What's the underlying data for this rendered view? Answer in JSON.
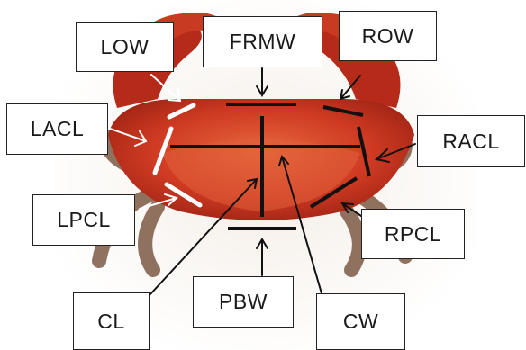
{
  "labels": {
    "low": "LOW",
    "frmw": "FRMW",
    "row": "ROW",
    "lacl": "LACL",
    "racl": "RACL",
    "lpcl": "LPCL",
    "rpcl": "RPCL",
    "pbw": "PBW",
    "cl": "CL",
    "cw": "CW"
  },
  "colors": {
    "shell": "#cf3a22",
    "shell_dark": "#9e2314",
    "legs": "#8a6a55",
    "measure_line": "#111111",
    "white_marks": "#ffffff"
  }
}
